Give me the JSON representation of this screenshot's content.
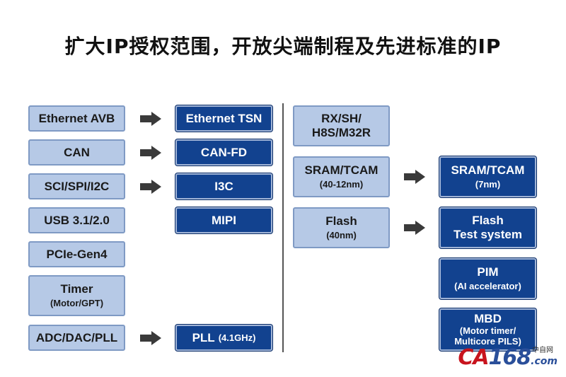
{
  "title": "扩大IP授权范围，开放尖端制程及先进标准的IP",
  "left_column": [
    {
      "label": "Ethernet AVB",
      "sub": ""
    },
    {
      "label": "CAN",
      "sub": ""
    },
    {
      "label": "SCI/SPI/I2C",
      "sub": ""
    },
    {
      "label": "USB 3.1/2.0",
      "sub": ""
    },
    {
      "label": "PCIe-Gen4",
      "sub": ""
    },
    {
      "label": "Timer",
      "sub": "(Motor/GPT)"
    },
    {
      "label": "ADC/DAC/PLL",
      "sub": ""
    }
  ],
  "middle_column": [
    {
      "label": "Ethernet TSN"
    },
    {
      "label": "CAN-FD"
    },
    {
      "label": "I3C"
    },
    {
      "label": "MIPI"
    },
    {
      "label": "PLL",
      "sub": "(4.1GHz)"
    }
  ],
  "right_left_column": [
    {
      "label": "RX/SH/",
      "label2": "H8S/M32R"
    },
    {
      "label": "SRAM/TCAM",
      "sub": "(40-12nm)"
    },
    {
      "label": "Flash",
      "sub": "(40nm)"
    }
  ],
  "right_right_column": [
    {
      "label": "SRAM/TCAM",
      "sub": "(7nm)"
    },
    {
      "label": "Flash",
      "label2": "Test system"
    },
    {
      "label": "PIM",
      "sub": "(AI accelerator)"
    },
    {
      "label": "MBD",
      "sub": "(Motor timer/",
      "sub2": "Multicore PILS)"
    }
  ],
  "watermark": {
    "ca": "CA",
    "num": "168",
    "dom": ".com",
    "cn": "中自网"
  },
  "colors": {
    "dark_box": "#12428f",
    "light_box": "#b6c9e6",
    "arrow": "#3a3a3a"
  }
}
